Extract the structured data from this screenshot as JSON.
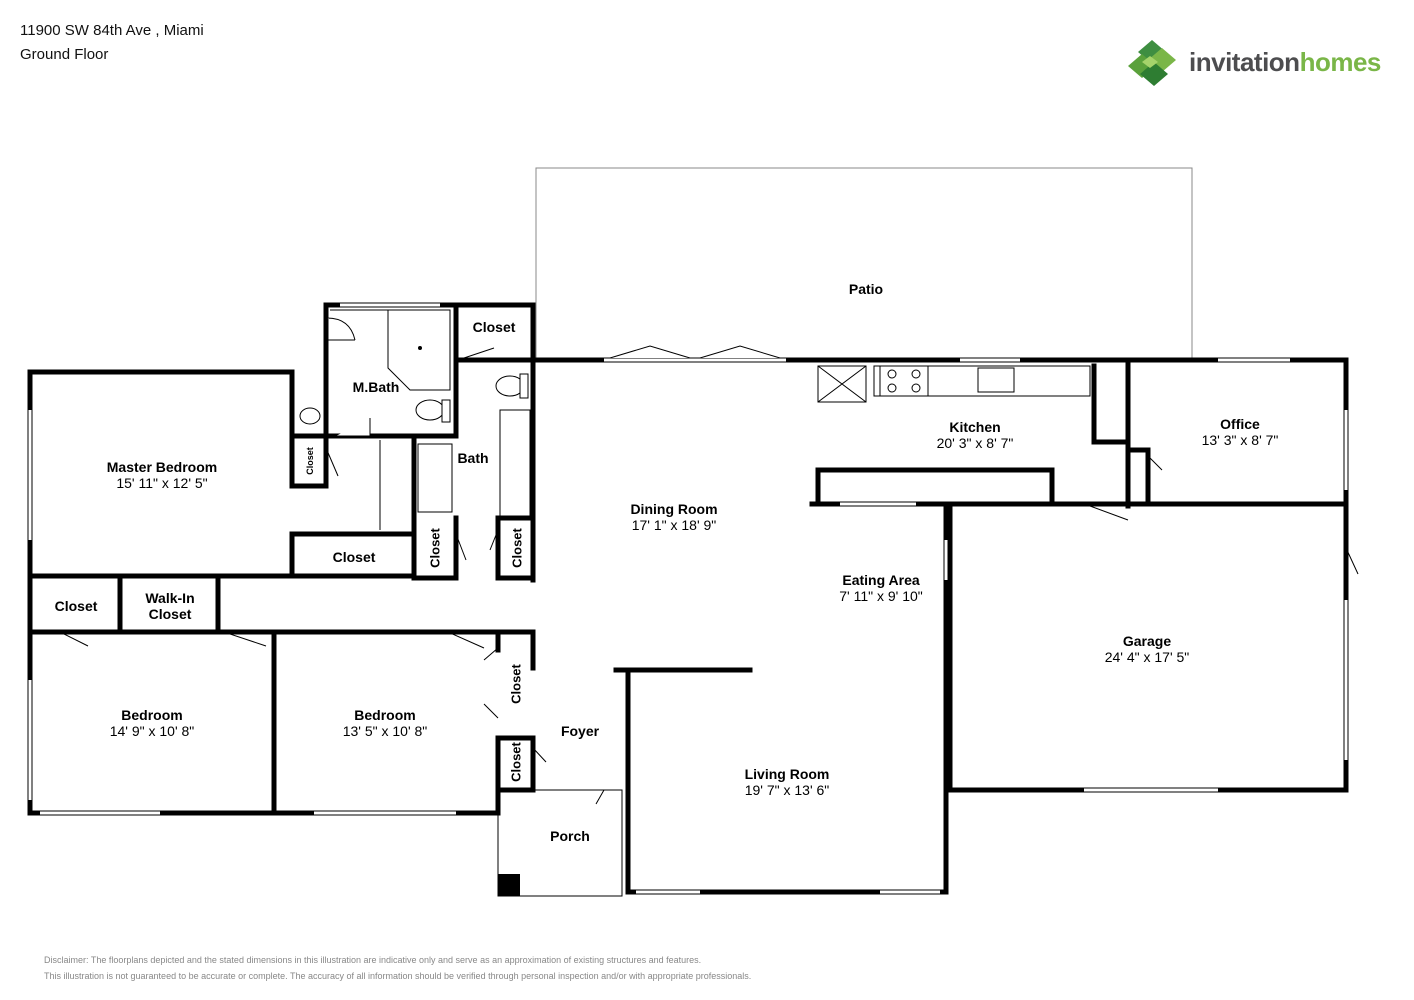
{
  "header": {
    "address": "11900 SW 84th Ave , Miami",
    "floor": "Ground Floor"
  },
  "logo": {
    "word1": "invitation",
    "word2": "homes",
    "mark_icon": "invitation-homes-diamond-logo",
    "colors": {
      "dark": "#4d4d4f",
      "green": "#7ab648"
    }
  },
  "rooms": {
    "patio": {
      "name": "Patio"
    },
    "closet_top": {
      "name": "Closet"
    },
    "mbath": {
      "name": "M.Bath"
    },
    "master_bedroom": {
      "name": "Master Bedroom",
      "dims": "15' 11\" x 12' 5\""
    },
    "closet_small_mbath": {
      "name": "Closet"
    },
    "bath": {
      "name": "Bath"
    },
    "closet_hall": {
      "name": "Closet"
    },
    "closet_bath_left": {
      "name": "Closet"
    },
    "closet_bath_right": {
      "name": "Closet"
    },
    "kitchen": {
      "name": "Kitchen",
      "dims": "20' 3\" x 8' 7\""
    },
    "office": {
      "name": "Office",
      "dims": "13' 3\" x 8' 7\""
    },
    "dining_room": {
      "name": "Dining Room",
      "dims": "17' 1\" x 18' 9\""
    },
    "eating_area": {
      "name": "Eating Area",
      "dims": "7' 11\" x 9' 10\""
    },
    "garage": {
      "name": "Garage",
      "dims": "24' 4\" x 17' 5\""
    },
    "closet_left": {
      "name": "Closet"
    },
    "walk_in_closet": {
      "name": "Walk-In\nCloset"
    },
    "bedroom_1": {
      "name": "Bedroom",
      "dims": "14' 9\" x 10' 8\""
    },
    "bedroom_2": {
      "name": "Bedroom",
      "dims": "13' 5\" x 10' 8\""
    },
    "closet_bed2": {
      "name": "Closet"
    },
    "closet_foyer": {
      "name": "Closet"
    },
    "foyer": {
      "name": "Foyer"
    },
    "living_room": {
      "name": "Living Room",
      "dims": "19' 7\" x 13' 6\""
    },
    "porch": {
      "name": "Porch"
    }
  },
  "disclaimer": {
    "line1": "Disclaimer: The floorplans depicted and the stated dimensions in this illustration are indicative only and serve as an approximation of existing structures and features.",
    "line2": "This illustration is not guaranteed to be accurate or complete. The accuracy of all information should be verified through personal inspection and/or with appropriate professionals."
  }
}
